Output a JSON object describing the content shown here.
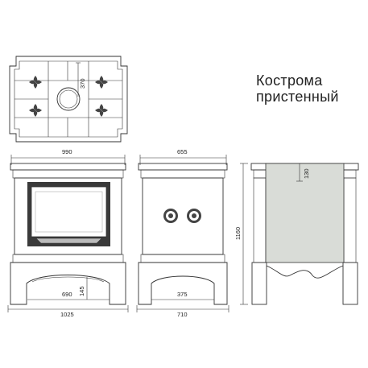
{
  "title": {
    "line1": "Кострома",
    "line2": "пристенный"
  },
  "dimensions": {
    "top_depth": "370",
    "front_width_top": "990",
    "front_width_bottom": "1025",
    "firebox_width": "690",
    "base_height": "145",
    "side_width_top": "655",
    "side_width_bottom": "710",
    "side_inner": "375",
    "height": "1160",
    "back_top": "130"
  },
  "colors": {
    "line": "#333333",
    "fill_gray": "#d9dcd7",
    "firebox_dark": "#3a3a3a"
  }
}
